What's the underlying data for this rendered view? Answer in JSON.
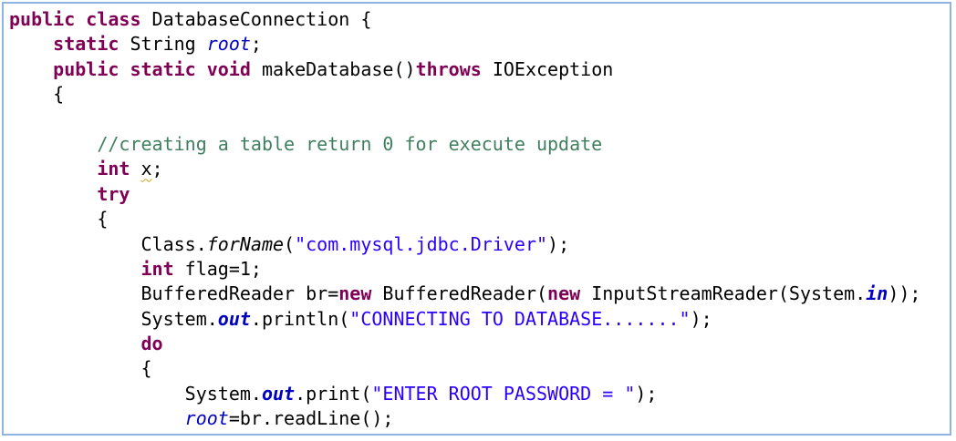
{
  "editor": {
    "lines": [
      {
        "indent": "",
        "tokens": [
          {
            "t": "public",
            "c": "kw"
          },
          {
            "t": " ",
            "c": "pln"
          },
          {
            "t": "class",
            "c": "kw"
          },
          {
            "t": " DatabaseConnection {",
            "c": "pln"
          }
        ]
      },
      {
        "indent": "    ",
        "tokens": [
          {
            "t": "static",
            "c": "kw"
          },
          {
            "t": " String ",
            "c": "pln"
          },
          {
            "t": "root",
            "c": "fld"
          },
          {
            "t": ";",
            "c": "pln"
          }
        ]
      },
      {
        "indent": "    ",
        "tokens": [
          {
            "t": "public",
            "c": "kw"
          },
          {
            "t": " ",
            "c": "pln"
          },
          {
            "t": "static",
            "c": "kw"
          },
          {
            "t": " ",
            "c": "pln"
          },
          {
            "t": "void",
            "c": "kw"
          },
          {
            "t": " makeDatabase()",
            "c": "pln"
          },
          {
            "t": "throws",
            "c": "kw"
          },
          {
            "t": " IOException",
            "c": "pln"
          }
        ]
      },
      {
        "indent": "    ",
        "tokens": [
          {
            "t": "{",
            "c": "pln"
          }
        ]
      },
      {
        "indent": "",
        "tokens": []
      },
      {
        "indent": "        ",
        "tokens": [
          {
            "t": "//creating a table return 0 for execute update",
            "c": "com"
          }
        ]
      },
      {
        "indent": "        ",
        "tokens": [
          {
            "t": "int",
            "c": "kw"
          },
          {
            "t": " ",
            "c": "pln"
          },
          {
            "t": "x",
            "c": "pln warn"
          },
          {
            "t": ";",
            "c": "pln"
          }
        ]
      },
      {
        "indent": "        ",
        "tokens": [
          {
            "t": "try",
            "c": "kw"
          }
        ]
      },
      {
        "indent": "        ",
        "tokens": [
          {
            "t": "{",
            "c": "pln"
          }
        ]
      },
      {
        "indent": "            ",
        "tokens": [
          {
            "t": "Class.",
            "c": "pln"
          },
          {
            "t": "forName",
            "c": "smeth"
          },
          {
            "t": "(",
            "c": "pln"
          },
          {
            "t": "\"com.mysql.jdbc.Driver\"",
            "c": "str"
          },
          {
            "t": ");",
            "c": "pln"
          }
        ]
      },
      {
        "indent": "            ",
        "tokens": [
          {
            "t": "int",
            "c": "kw"
          },
          {
            "t": " flag=1;",
            "c": "pln"
          }
        ]
      },
      {
        "indent": "            ",
        "tokens": [
          {
            "t": "BufferedReader br=",
            "c": "pln"
          },
          {
            "t": "new",
            "c": "kw"
          },
          {
            "t": " BufferedReader(",
            "c": "pln"
          },
          {
            "t": "new",
            "c": "kw"
          },
          {
            "t": " InputStreamReader(System.",
            "c": "pln"
          },
          {
            "t": "in",
            "c": "sfld"
          },
          {
            "t": "));",
            "c": "pln"
          }
        ]
      },
      {
        "indent": "            ",
        "tokens": [
          {
            "t": "System.",
            "c": "pln"
          },
          {
            "t": "out",
            "c": "sfld"
          },
          {
            "t": ".println(",
            "c": "pln"
          },
          {
            "t": "\"CONNECTING TO DATABASE.......\"",
            "c": "str"
          },
          {
            "t": ");",
            "c": "pln"
          }
        ]
      },
      {
        "indent": "            ",
        "tokens": [
          {
            "t": "do",
            "c": "kw"
          }
        ]
      },
      {
        "indent": "            ",
        "tokens": [
          {
            "t": "{",
            "c": "pln"
          }
        ]
      },
      {
        "indent": "                ",
        "tokens": [
          {
            "t": "System.",
            "c": "pln"
          },
          {
            "t": "out",
            "c": "sfld"
          },
          {
            "t": ".print(",
            "c": "pln"
          },
          {
            "t": "\"ENTER ROOT PASSWORD = \"",
            "c": "str"
          },
          {
            "t": ");",
            "c": "pln"
          }
        ]
      },
      {
        "indent": "                ",
        "tokens": [
          {
            "t": "root",
            "c": "fld"
          },
          {
            "t": "=br.readLine();",
            "c": "pln"
          }
        ]
      }
    ],
    "colors": {
      "keyword": "#7f0055",
      "string": "#2a00ff",
      "comment": "#3f7f5f",
      "field": "#0000c0",
      "border": "#8eb4e3",
      "warning_underline": "#d4a017"
    }
  }
}
